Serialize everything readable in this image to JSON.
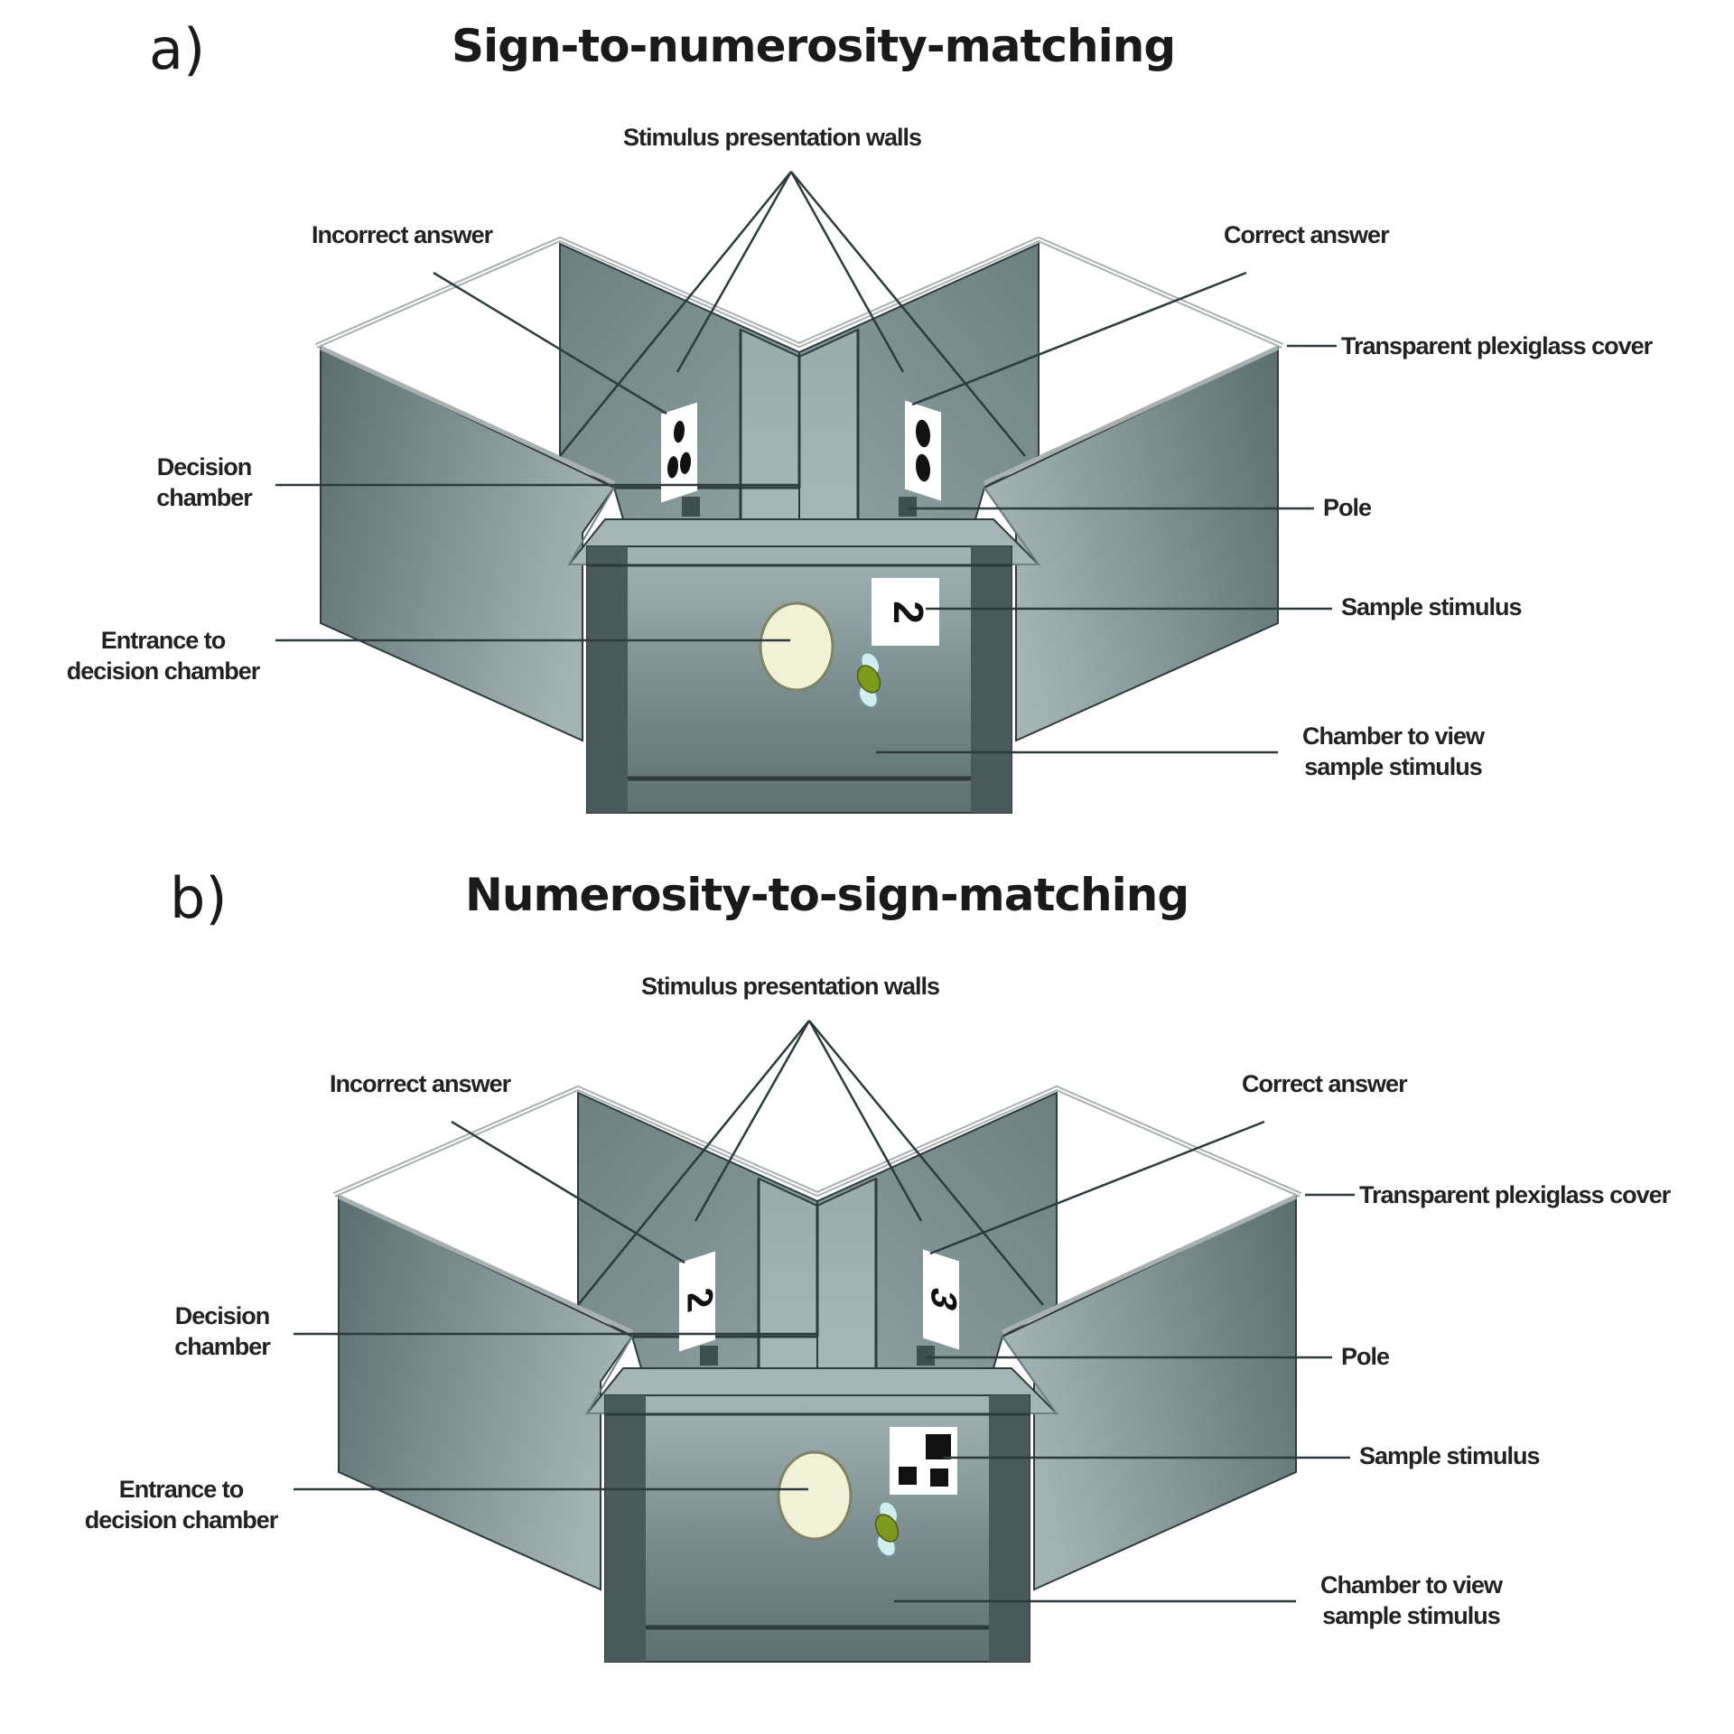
{
  "colors": {
    "wall_dark": "#5f7374",
    "wall_light": "#9fb0b1",
    "panel_mid": "#8c9e9f",
    "post": "#4a5a5b",
    "line": "#2d3b3c",
    "entrance_fill": "#f1f1d8",
    "entrance_stroke": "#7d8463",
    "bee_body": "#7c9a1e",
    "bee_wing": "#d3ecf0"
  },
  "panels": [
    {
      "letter": "a)",
      "title": "Sign-to-numerosity-matching",
      "labels": {
        "stimulus_walls": "Stimulus presentation walls",
        "incorrect": "Incorrect answer",
        "correct": "Correct answer",
        "plexiglass": "Transparent plexiglass cover",
        "decision_chamber": [
          "Decision",
          "chamber"
        ],
        "pole": "Pole",
        "sample_stimulus": "Sample stimulus",
        "entrance": [
          "Entrance to",
          "decision chamber"
        ],
        "view_chamber": [
          "Chamber to view",
          "sample stimulus"
        ]
      },
      "incorrect_card": {
        "type": "dots",
        "count": 3
      },
      "correct_card": {
        "type": "dots",
        "count": 2
      },
      "sample": {
        "type": "sign",
        "sign": "2"
      }
    },
    {
      "letter": "b)",
      "title": "Numerosity-to-sign-matching",
      "labels": {
        "stimulus_walls": "Stimulus presentation walls",
        "incorrect": "Incorrect answer",
        "correct": "Correct answer",
        "plexiglass": "Transparent plexiglass cover",
        "decision_chamber": [
          "Decision",
          "chamber"
        ],
        "pole": "Pole",
        "sample_stimulus": "Sample stimulus",
        "entrance": [
          "Entrance to",
          "decision chamber"
        ],
        "view_chamber": [
          "Chamber to view",
          "sample stimulus"
        ]
      },
      "incorrect_card": {
        "type": "sign",
        "sign": "2"
      },
      "correct_card": {
        "type": "sign",
        "sign": "3"
      },
      "sample": {
        "type": "squares",
        "count": 3
      }
    }
  ]
}
